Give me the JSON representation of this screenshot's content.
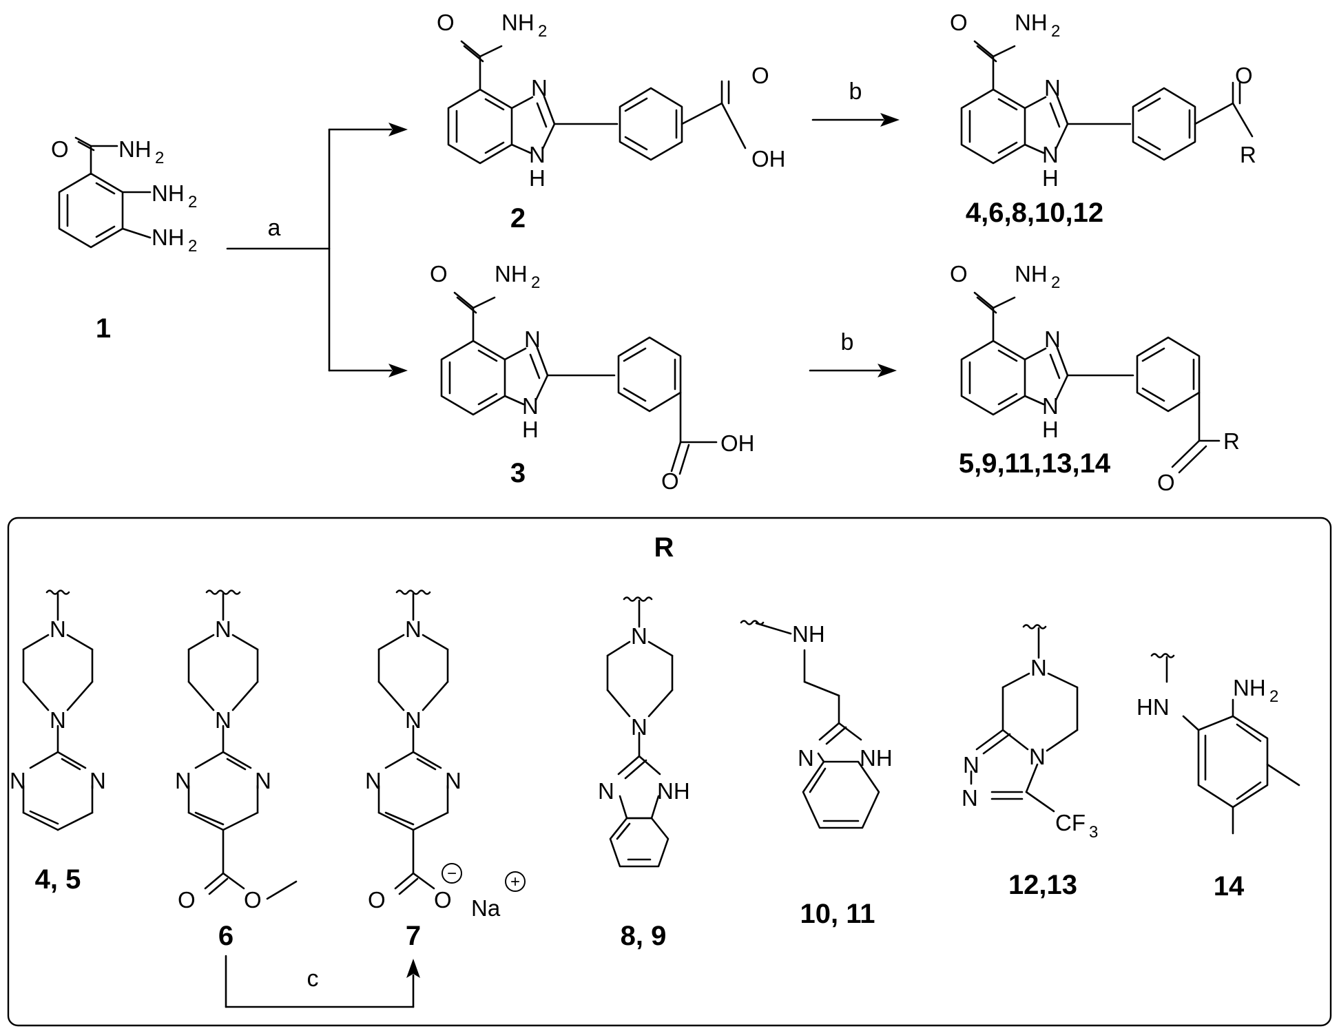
{
  "atoms": {
    "O": "O",
    "NH2": "NH",
    "sub2": "2",
    "N": "N",
    "H": "H",
    "OH": "OH",
    "R": "R",
    "NH": "NH",
    "HN": "HN",
    "CF": "CF",
    "sub3": "3",
    "Na": "Na",
    "minus": "−",
    "plus": "+"
  },
  "conditions": {
    "a": "a",
    "b": "b",
    "c": "c"
  },
  "compounds": {
    "c1": "1",
    "c2": "2",
    "c3": "3",
    "c_para": "4,6,8,10,12",
    "c_meta": "5,9,11,13,14"
  },
  "r_box": {
    "title": "R",
    "labels": [
      "4, 5",
      "6",
      "7",
      "8, 9",
      "10, 11",
      "12,13",
      "14"
    ]
  }
}
